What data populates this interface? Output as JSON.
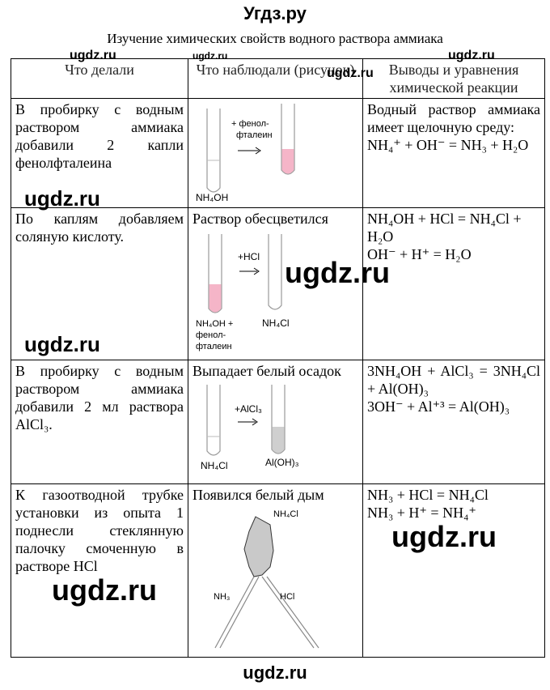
{
  "site_title": "Угдз.ру",
  "doc_title": "Изучение химических свойств водного раствора аммиака",
  "headers": [
    "Что делали",
    "Что наблюдали (рисунок)",
    "Выводы и уравнения химической реакции"
  ],
  "rows": [
    {
      "did": "В пробирку с водным раствором аммиака добавили 2 капли фенолфталеина",
      "observed": "",
      "fig": {
        "arrow_label": "+ фенол-фталеин",
        "left_label": "NH₄OH",
        "liquid_right": "#f5b5c8"
      },
      "conclusion_text": "Водный раствор аммиака имеет щелочную среду:",
      "equations": [
        "NH₄⁺ + OH⁻ = NH₃ + H₂O"
      ]
    },
    {
      "did": "По каплям добавляем соляную кислоту.",
      "observed": "Раствор обесцветился",
      "fig": {
        "arrow_label": "+HCl",
        "left_label": "NH₄OH + фенол-фталеин",
        "right_label": "NH₄Cl",
        "liquid_left": "#f5b5c8"
      },
      "conclusion_text": "",
      "equations": [
        "NH₄OH + HCl = NH₄Cl + H₂O",
        "OH⁻ + H⁺ = H₂O"
      ]
    },
    {
      "did": "В пробирку с водным раствором аммиака добавили 2 мл раствора AlCl₃.",
      "observed": "Выпадает белый осадок",
      "fig": {
        "arrow_label": "+AlCl₃",
        "left_label": "NH₄Cl",
        "right_label": "Al(OH)₃"
      },
      "conclusion_text": "",
      "equations": [
        "3NH₄OH + AlCl₃ = 3NH₄Cl + Al(OH)₃",
        "3OH⁻ + Al⁺³ = Al(OH)₃"
      ]
    },
    {
      "did": "К газоотводной трубке установки из опыта 1 поднесли стеклянную палочку смоченную в растворе HCl",
      "observed": "Появился белый дым",
      "fig": {
        "top_label": "NH₄Cl",
        "left_label": "NH₃",
        "right_label": "HCl"
      },
      "conclusion_text": "",
      "equations": [
        "NH₃ + HCl = NH₄Cl",
        "NH₃ + H⁺ = NH₄⁺"
      ]
    }
  ],
  "watermarks": [
    "ugdz.ru",
    "ugdz.ru",
    "ugdz.ru",
    "ugdz.ru",
    "ugdz.ru",
    "ugdz.ru",
    "ugdz.ru",
    "ugdz.ru",
    "ugdz.ru"
  ],
  "footer": "ugdz.ru"
}
